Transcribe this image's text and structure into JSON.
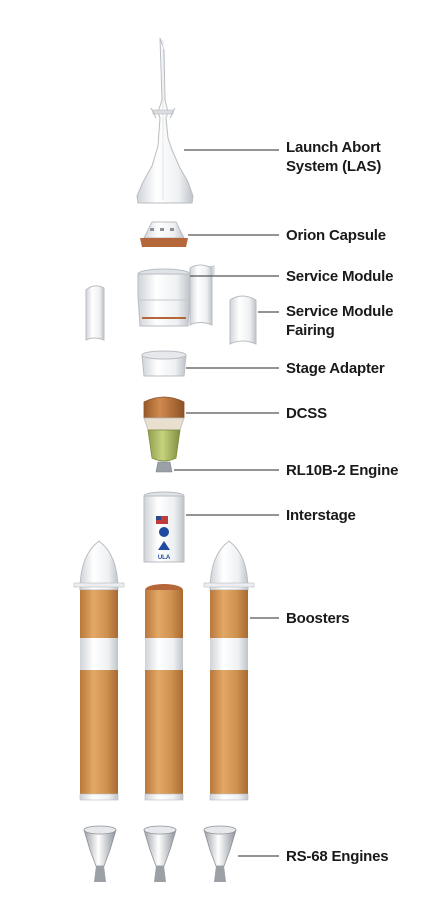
{
  "labels": {
    "las_line1": "Launch Abort",
    "las_line2": "System (LAS)",
    "orion": "Orion Capsule",
    "service_module": "Service Module",
    "fairing_line1": "Service Module",
    "fairing_line2": "Fairing",
    "stage_adapter": "Stage Adapter",
    "dcss": "DCSS",
    "rl10b2": "RL10B-2 Engine",
    "interstage": "Interstage",
    "boosters": "Boosters",
    "rs68": "RS-68 Engines"
  },
  "interstage_logo_text": "ULA",
  "colors": {
    "booster_orange": "#c98a47",
    "body_white": "#f2f3f5",
    "outline": "#b9bdc2",
    "leader_line": "#555555",
    "heatshield": "#b5673a"
  }
}
